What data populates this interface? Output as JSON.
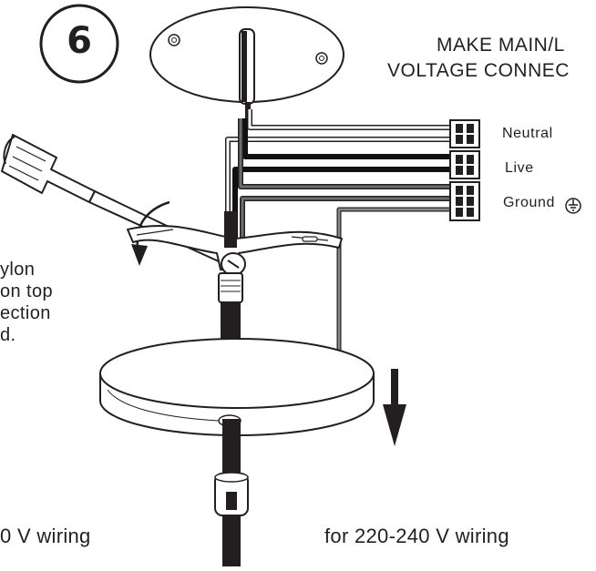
{
  "step": {
    "number": "6"
  },
  "heading": {
    "line1": "MAKE MAIN/L",
    "line2": "VOLTAGE CONNEC"
  },
  "connectors": [
    {
      "label": "Neutral"
    },
    {
      "label": "Live"
    },
    {
      "label": "Ground"
    }
  ],
  "ground_symbol": "earth-ground-icon",
  "left_note": {
    "lines": [
      "ylon",
      "on top",
      "ection",
      "d."
    ]
  },
  "captions": {
    "left": "0 V wiring",
    "right": "for 220-240 V wiring"
  },
  "colors": {
    "line": "#231f20",
    "fill": "#ffffff",
    "wire_live": "#111111",
    "wire_grey": "#6d6e70"
  }
}
